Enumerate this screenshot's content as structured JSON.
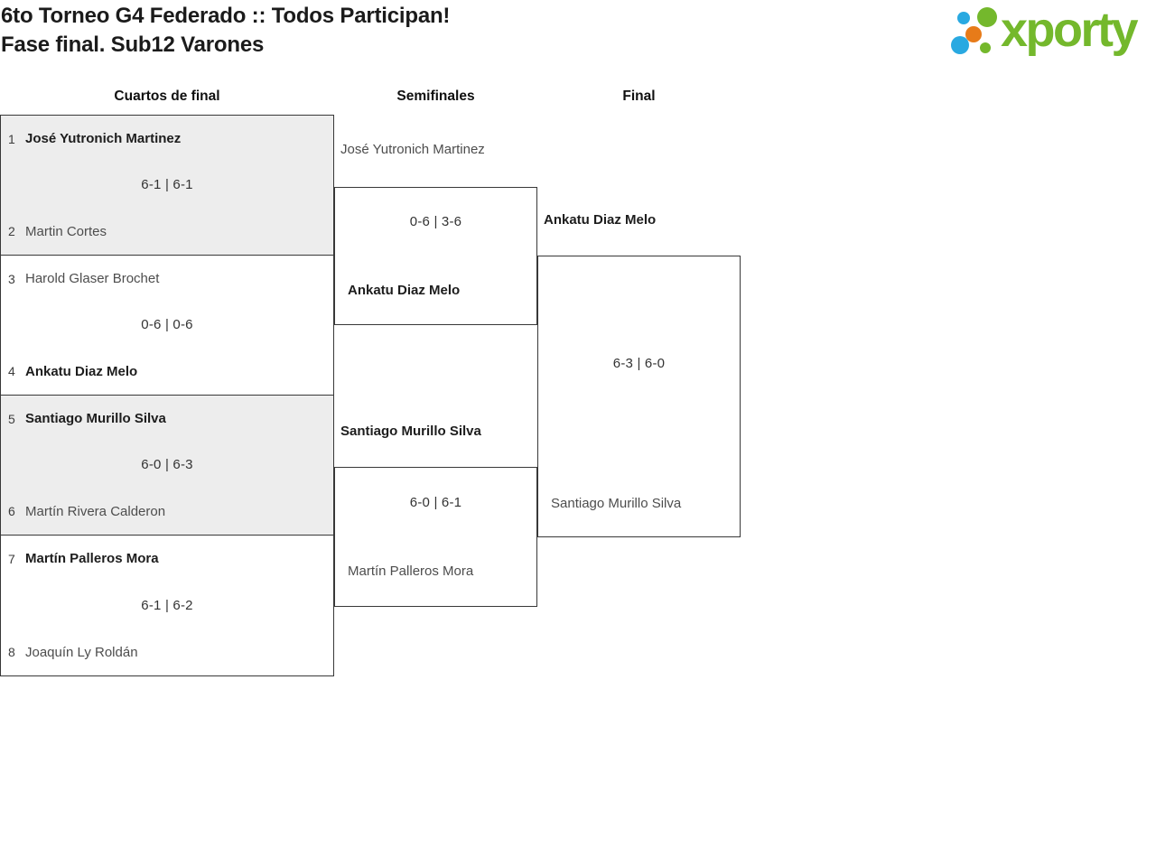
{
  "header": {
    "title_line1": "6to Torneo G4 Federado :: Todos Participan!",
    "title_line2": "Fase final. Sub12 Varones",
    "logo_text": "xporty"
  },
  "colors": {
    "logo_green": "#74b82c",
    "logo_blue": "#29a9e1",
    "logo_orange": "#e77b19",
    "border": "#383838",
    "shaded_bg": "#ededed"
  },
  "bracket": {
    "rounds": [
      {
        "label": "Cuartos de final"
      },
      {
        "label": "Semifinales"
      },
      {
        "label": "Final"
      }
    ],
    "quarterfinals": [
      {
        "top_seed": "1",
        "top_name": "José Yutronich Martinez",
        "top_winner": true,
        "score": "6-1 | 6-1",
        "bottom_seed": "2",
        "bottom_name": "Martin Cortes",
        "bottom_winner": false,
        "shaded": true
      },
      {
        "top_seed": "3",
        "top_name": "Harold Glaser Brochet",
        "top_winner": false,
        "score": "0-6 | 0-6",
        "bottom_seed": "4",
        "bottom_name": "Ankatu Diaz Melo",
        "bottom_winner": true,
        "shaded": false
      },
      {
        "top_seed": "5",
        "top_name": "Santiago Murillo Silva",
        "top_winner": true,
        "score": "6-0 | 6-3",
        "bottom_seed": "6",
        "bottom_name": "Martín Rivera Calderon",
        "bottom_winner": false,
        "shaded": true
      },
      {
        "top_seed": "7",
        "top_name": "Martín Palleros Mora",
        "top_winner": true,
        "score": "6-1 | 6-2",
        "bottom_seed": "8",
        "bottom_name": "Joaquín Ly Roldán",
        "bottom_winner": false,
        "shaded": false
      }
    ],
    "semifinals": [
      {
        "top_name": "José Yutronich Martinez",
        "top_winner": false,
        "score": "0-6 | 3-6",
        "bottom_name": "Ankatu Diaz Melo",
        "bottom_winner": true
      },
      {
        "top_name": "Santiago Murillo Silva",
        "top_winner": true,
        "score": "6-0 | 6-1",
        "bottom_name": "Martín Palleros Mora",
        "bottom_winner": false
      }
    ],
    "final": {
      "top_name": "Ankatu Diaz Melo",
      "top_winner": true,
      "score": "6-3 | 6-0",
      "bottom_name": "Santiago Murillo Silva",
      "bottom_winner": false
    }
  }
}
